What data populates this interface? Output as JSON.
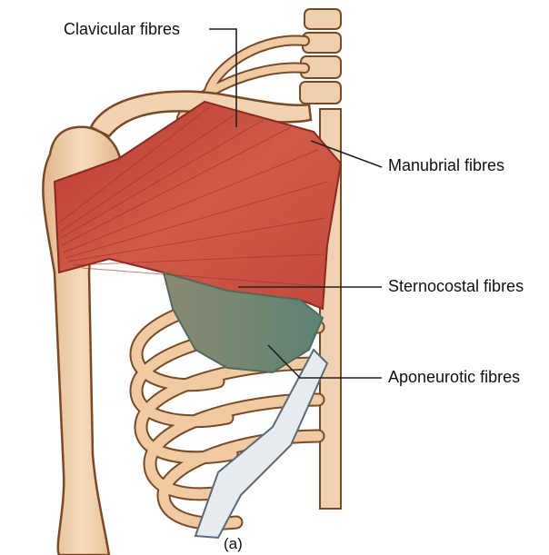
{
  "labels": {
    "clavicular": "Clavicular fibres",
    "manubrial": "Manubrial fibres",
    "sternocostal": "Sternocostal fibres",
    "aponeurotic": "Aponeurotic fibres"
  },
  "panel_label": "(a)",
  "colors": {
    "muscle": "#c8463a",
    "muscle_light": "#e07a66",
    "aponeurosis": "#6f8a6e",
    "bone": "#efc9a3",
    "bone_outline": "#7a4a26",
    "cartilage": "#e6ecf0",
    "leader": "#222222"
  }
}
